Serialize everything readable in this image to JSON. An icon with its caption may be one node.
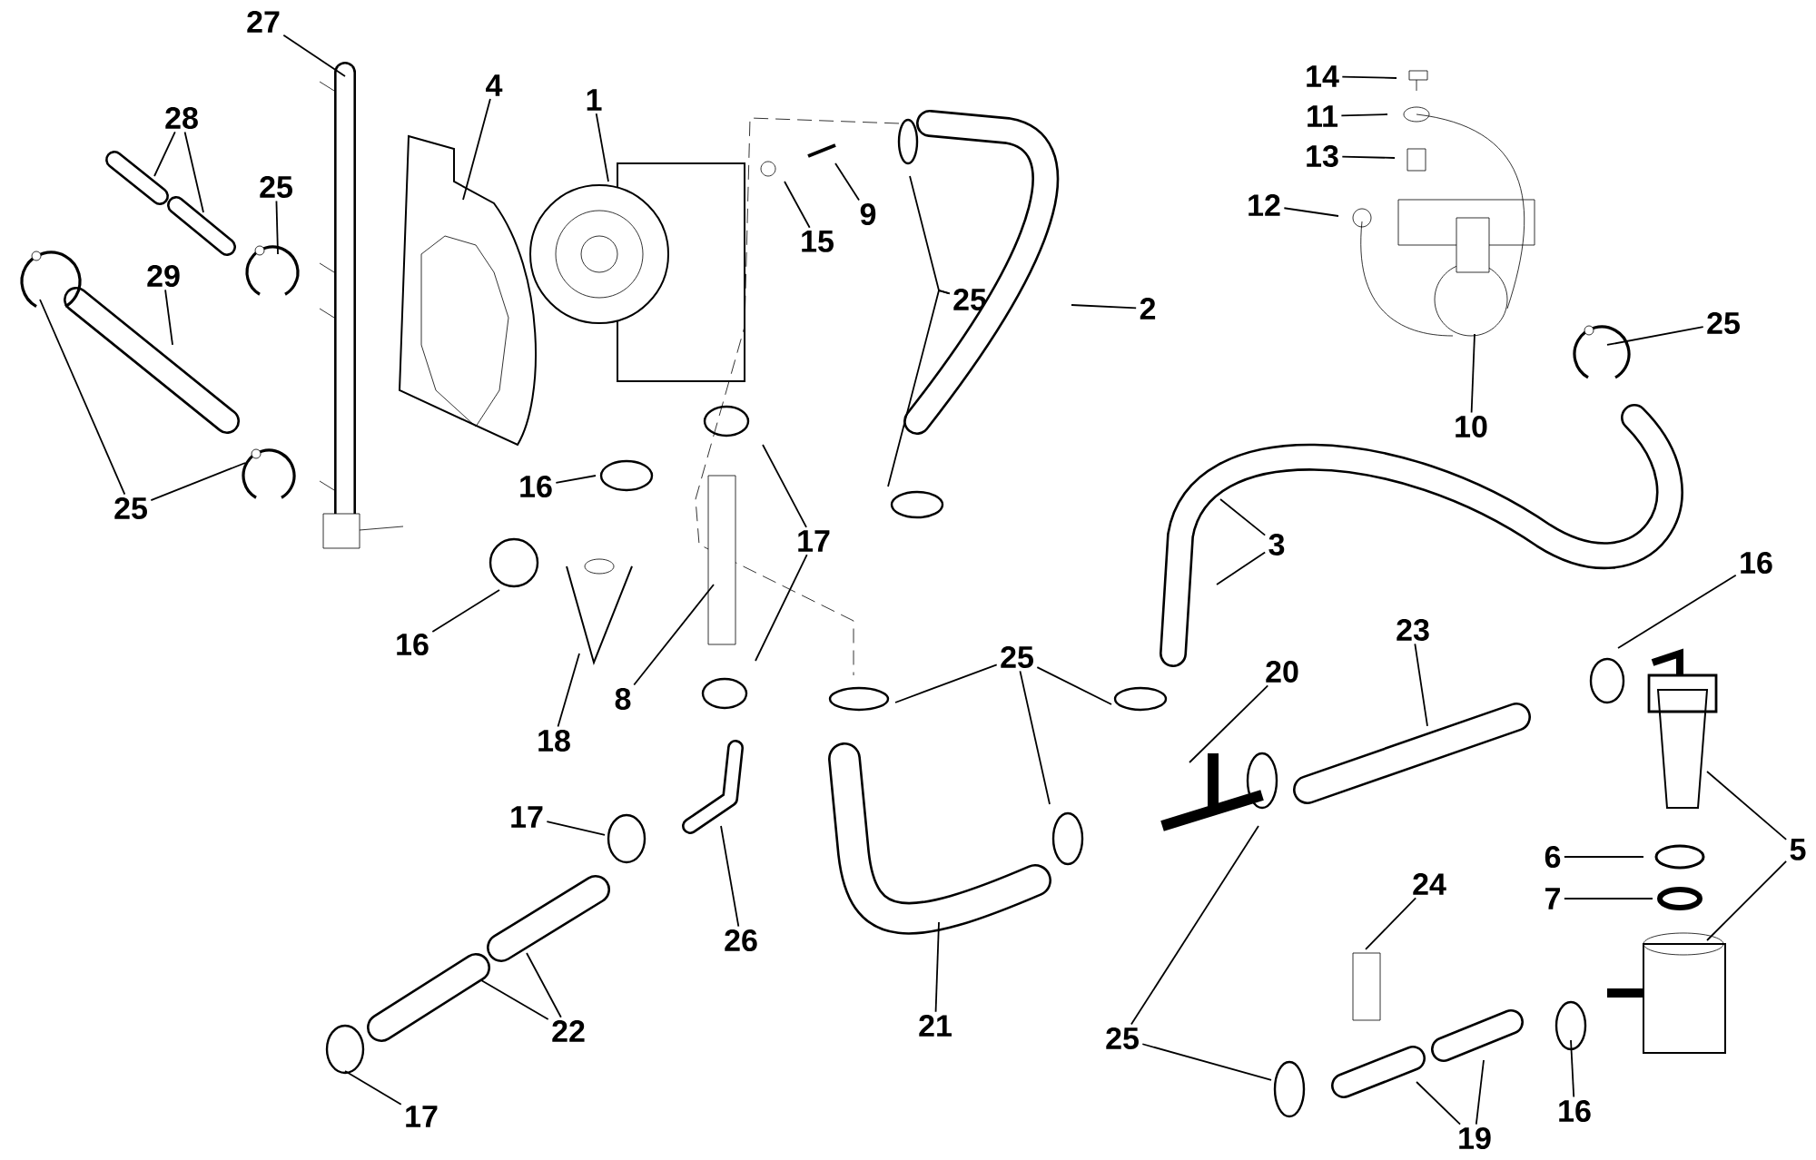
{
  "diagram": {
    "nodes": [
      {
        "text": [
          "27"
        ]
      },
      {
        "text": [
          "28"
        ]
      },
      {
        "text": [
          "4"
        ]
      },
      {
        "text": [
          "1"
        ]
      },
      {
        "text": [
          "25"
        ]
      },
      {
        "text": [
          "15"
        ]
      },
      {
        "text": [
          "9"
        ]
      },
      {
        "text": [
          "25"
        ]
      },
      {
        "text": [
          "2"
        ]
      },
      {
        "text": [
          "14"
        ]
      },
      {
        "text": [
          "11"
        ]
      },
      {
        "text": [
          "13"
        ]
      },
      {
        "text": [
          "12"
        ]
      },
      {
        "text": [
          "29"
        ]
      },
      {
        "text": [
          "25"
        ]
      },
      {
        "text": [
          "10"
        ]
      },
      {
        "text": [
          "16"
        ]
      },
      {
        "text": [
          "25"
        ]
      },
      {
        "text": [
          "17"
        ]
      },
      {
        "text": [
          "3"
        ]
      },
      {
        "text": [
          "16"
        ]
      },
      {
        "text": [
          "16"
        ]
      },
      {
        "text": [
          "25"
        ]
      },
      {
        "text": [
          "23"
        ]
      },
      {
        "text": [
          "20"
        ]
      },
      {
        "text": [
          "8"
        ]
      },
      {
        "text": [
          "18"
        ]
      },
      {
        "text": [
          "17"
        ]
      },
      {
        "text": [
          "5"
        ]
      },
      {
        "text": [
          "6"
        ]
      },
      {
        "text": [
          "7"
        ]
      },
      {
        "text": [
          "24"
        ]
      },
      {
        "text": [
          "26"
        ]
      },
      {
        "text": [
          "21"
        ]
      },
      {
        "text": [
          "22"
        ]
      },
      {
        "text": [
          "25"
        ]
      },
      {
        "text": [
          "16"
        ]
      },
      {
        "text": [
          "17"
        ]
      },
      {
        "text": [
          "19"
        ]
      }
    ],
    "edges": [
      {
        "from": 0,
        "to": null,
        "arrow": "none"
      },
      {
        "from": 1,
        "to": null,
        "arrow": "none"
      },
      {
        "from": 1,
        "to": null,
        "arrow": "none"
      },
      {
        "from": 2,
        "to": null,
        "arrow": "none"
      },
      {
        "from": 3,
        "to": null,
        "arrow": "none"
      },
      {
        "from": 4,
        "to": null,
        "arrow": "none"
      },
      {
        "from": 5,
        "to": null,
        "arrow": "none"
      },
      {
        "from": 6,
        "to": null,
        "arrow": "none"
      },
      {
        "from": 7,
        "to": null,
        "arrow": "none"
      },
      {
        "from": 7,
        "to": null,
        "arrow": "none"
      },
      {
        "from": 8,
        "to": null,
        "arrow": "none"
      },
      {
        "from": 9,
        "to": null,
        "arrow": "none"
      },
      {
        "from": 10,
        "to": null,
        "arrow": "none"
      },
      {
        "from": 11,
        "to": null,
        "arrow": "none"
      },
      {
        "from": 12,
        "to": null,
        "arrow": "none"
      },
      {
        "from": 13,
        "to": null,
        "arrow": "none"
      },
      {
        "from": 14,
        "to": null,
        "arrow": "none"
      },
      {
        "from": 15,
        "to": null,
        "arrow": "none"
      },
      {
        "from": 16,
        "to": null,
        "arrow": "none"
      },
      {
        "from": 17,
        "to": null,
        "arrow": "none"
      },
      {
        "from": 17,
        "to": null,
        "arrow": "none"
      },
      {
        "from": 18,
        "to": null,
        "arrow": "none"
      },
      {
        "from": 18,
        "to": null,
        "arrow": "none"
      },
      {
        "from": 19,
        "to": null,
        "arrow": "none"
      },
      {
        "from": 19,
        "to": null,
        "arrow": "none"
      },
      {
        "from": 20,
        "to": null,
        "arrow": "none"
      },
      {
        "from": 21,
        "to": null,
        "arrow": "none"
      },
      {
        "from": 22,
        "to": null,
        "arrow": "none"
      },
      {
        "from": 22,
        "to": null,
        "arrow": "none"
      },
      {
        "from": 22,
        "to": null,
        "arrow": "none"
      },
      {
        "from": 23,
        "to": null,
        "arrow": "none"
      },
      {
        "from": 24,
        "to": null,
        "arrow": "none"
      },
      {
        "from": 25,
        "to": null,
        "arrow": "none"
      },
      {
        "from": 26,
        "to": null,
        "arrow": "none"
      },
      {
        "from": 27,
        "to": null,
        "arrow": "none"
      },
      {
        "from": 28,
        "to": null,
        "arrow": "none"
      },
      {
        "from": 28,
        "to": null,
        "arrow": "none"
      },
      {
        "from": 29,
        "to": null,
        "arrow": "none"
      },
      {
        "from": 30,
        "to": null,
        "arrow": "none"
      },
      {
        "from": 31,
        "to": null,
        "arrow": "none"
      },
      {
        "from": 32,
        "to": null,
        "arrow": "none"
      },
      {
        "from": 33,
        "to": null,
        "arrow": "none"
      },
      {
        "from": 34,
        "to": null,
        "arrow": "none"
      },
      {
        "from": 34,
        "to": null,
        "arrow": "none"
      },
      {
        "from": 35,
        "to": null,
        "arrow": "none"
      },
      {
        "from": 35,
        "to": null,
        "arrow": "none"
      },
      {
        "from": 36,
        "to": null,
        "arrow": "none"
      },
      {
        "from": 37,
        "to": null,
        "arrow": "none"
      },
      {
        "from": 38,
        "to": null,
        "arrow": "none"
      },
      {
        "from": 38,
        "to": null,
        "arrow": "none"
      }
    ]
  }
}
